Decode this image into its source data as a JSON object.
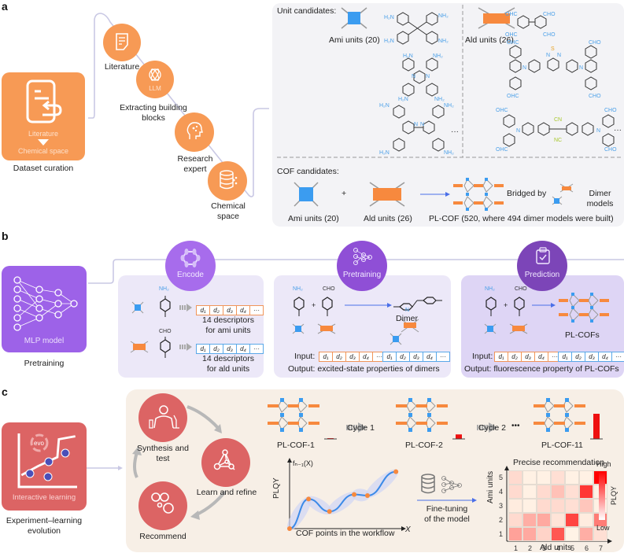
{
  "panels": {
    "a": {
      "letter": "a",
      "main_box": {
        "line1": "Literature",
        "arrow": "down-triangle",
        "line2": "Chemical space",
        "caption": "Dataset curation",
        "icon": "document-return-icon"
      },
      "steps": [
        {
          "label": "Literature",
          "icon": "document-icon",
          "inner": ""
        },
        {
          "label": "Extracting building blocks",
          "icon": "llm-knot-icon",
          "inner": "LLM"
        },
        {
          "label": "Research expert",
          "icon": "head-network-icon",
          "inner": ""
        },
        {
          "label": "Chemical space",
          "icon": "database-share-icon",
          "inner": ""
        }
      ],
      "unit_candidates": {
        "title": "Unit candidates:",
        "ami_label": "Ami units (20)",
        "ald_label": "Ald units (26)",
        "ami_groups": [
          "H₂N",
          "NH₂",
          "N"
        ],
        "ald_groups": [
          "OHC",
          "CHO",
          "S",
          "N",
          "CN",
          "NC"
        ],
        "ellipsis": "···"
      },
      "cof_candidates": {
        "title": "COF candidates:",
        "ami_label": "Ami units (20)",
        "plus": "+",
        "ald_label": "Ald units (26)",
        "bridged_by": "Bridged by",
        "dimer_models": "Dimer models",
        "result": "PL-COF (520, where 494 dimer models were built)"
      }
    },
    "b": {
      "letter": "b",
      "main_box": {
        "label": "MLP model",
        "caption": "Pretraining",
        "icon": "neural-network-icon"
      },
      "stages": [
        {
          "label": "Encode",
          "icon": "molecule-ring-icon"
        },
        {
          "label": "Pretraining",
          "icon": "neural-network-icon"
        },
        {
          "label": "Prediction",
          "icon": "clipboard-check-icon"
        }
      ],
      "encode": {
        "nh2": "NH₂",
        "cho": "CHO",
        "ami_desc": "14 descriptors\nfor ami units",
        "ald_desc": "14 descriptors\nfor ald units",
        "descriptors": [
          "d₁",
          "d₂",
          "d₃",
          "d₄",
          "···"
        ]
      },
      "pretraining": {
        "nh2": "NH₂",
        "cho": "CHO",
        "plus": "+",
        "n": "N",
        "dimer": "Dimer",
        "input": "Input:",
        "output": "Output: excited-state properties of dimers"
      },
      "prediction": {
        "nh2": "NH₂",
        "cho": "CHO",
        "plus": "+",
        "result": "PL-COFs",
        "input": "Input:",
        "output": "Output: fluorescence property of PL-COFs"
      }
    },
    "c": {
      "letter": "c",
      "main_box": {
        "label": "Interactive learning",
        "evo": "evo",
        "caption": "Experiment–learning evolution",
        "icon": "evolution-chart-icon"
      },
      "cycle": [
        {
          "label": "Synthesis and test",
          "icon": "scientist-lab-icon"
        },
        {
          "label": "Learn and refine",
          "icon": "graph-network-icon"
        },
        {
          "label": "Recommend",
          "icon": "bubbles-icon"
        }
      ],
      "cofs": [
        {
          "label": "PL-COF-1",
          "plqy_level": 0.03
        },
        {
          "label": "PL-COF-2",
          "plqy_level": 0.18
        },
        {
          "label": "PL-COF-11",
          "plqy_level": 1.0
        }
      ],
      "cycle_labels": [
        "Cycle 1",
        "Cycle 2"
      ],
      "ellipsis": "•••",
      "fine_tuning": "Fine-tuning\nof the model"
    }
  },
  "chart_data": [
    {
      "type": "line",
      "title": "",
      "function_label": "fₙ₋₁(X)",
      "xlabel": "COF points in the workflow",
      "ylabel": "PLQY",
      "x_axis_symbol": "X",
      "series": [
        {
          "name": "fn-1(X)",
          "points": [
            [
              0,
              0
            ],
            [
              1,
              0.52
            ],
            [
              2.1,
              0.3
            ],
            [
              3.4,
              0.6
            ],
            [
              4.1,
              0.58
            ],
            [
              5.6,
              1.0
            ]
          ]
        }
      ],
      "grid": false
    },
    {
      "type": "heatmap",
      "title": "Precise recommendation",
      "xlabel": "Ald units",
      "ylabel": "Ami units",
      "x_ticks": [
        "1",
        "2",
        "3",
        "4",
        "5",
        "6",
        "7"
      ],
      "y_ticks": [
        "1",
        "2",
        "3",
        "4",
        "5"
      ],
      "colorbar": {
        "high": "High",
        "low": "Low",
        "label": "PLQY"
      },
      "values_by_ami_row_1_to_5": [
        [
          0.35,
          0.32,
          0.15,
          0.65,
          0.02,
          0.3,
          0.1
        ],
        [
          0.12,
          0.3,
          0.32,
          0.08,
          0.72,
          0.05,
          0.5
        ],
        [
          0.05,
          0.03,
          0.12,
          0.12,
          0.1,
          0.2,
          0.03
        ],
        [
          0.12,
          0.03,
          0.12,
          0.22,
          0.1,
          0.78,
          0.03
        ],
        [
          0.12,
          0.03,
          0.03,
          0.1,
          0.03,
          0.03,
          1.0
        ]
      ]
    }
  ]
}
